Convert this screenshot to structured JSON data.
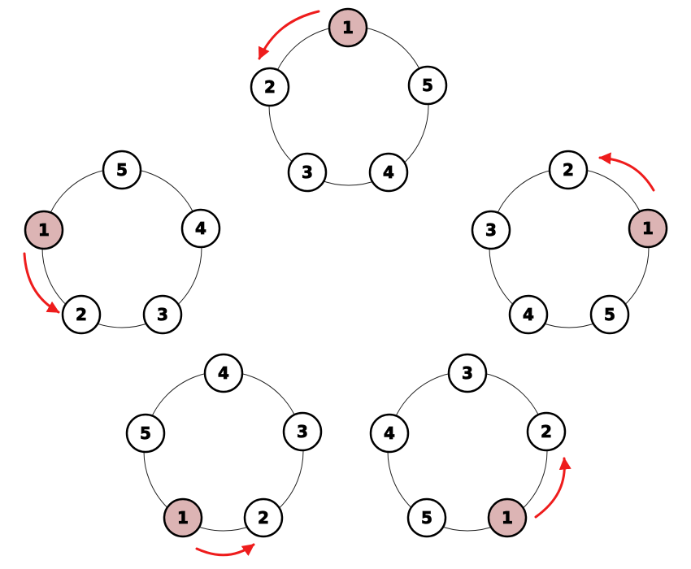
{
  "colors": {
    "highlight": "#dcb4b4",
    "node_fill": "#ffffff",
    "arrow": "#ee1c1c"
  },
  "highlighted_label": "1",
  "rings": [
    {
      "name": "ring-top",
      "labels": [
        "1",
        "2",
        "3",
        "4",
        "5"
      ],
      "arrow": "from node 1 toward node 2"
    },
    {
      "name": "ring-right",
      "labels": [
        "2",
        "3",
        "4",
        "5",
        "1"
      ],
      "arrow": "from node 1 toward node 2"
    },
    {
      "name": "ring-bottom-right",
      "labels": [
        "3",
        "4",
        "5",
        "1",
        "2"
      ],
      "arrow": "from node 1 toward node 2"
    },
    {
      "name": "ring-bottom-left",
      "labels": [
        "4",
        "5",
        "1",
        "2",
        "3"
      ],
      "arrow": "from node 1 toward node 2"
    },
    {
      "name": "ring-left",
      "labels": [
        "5",
        "1",
        "2",
        "3",
        "4"
      ],
      "arrow": "from node 1 toward node 2"
    }
  ]
}
